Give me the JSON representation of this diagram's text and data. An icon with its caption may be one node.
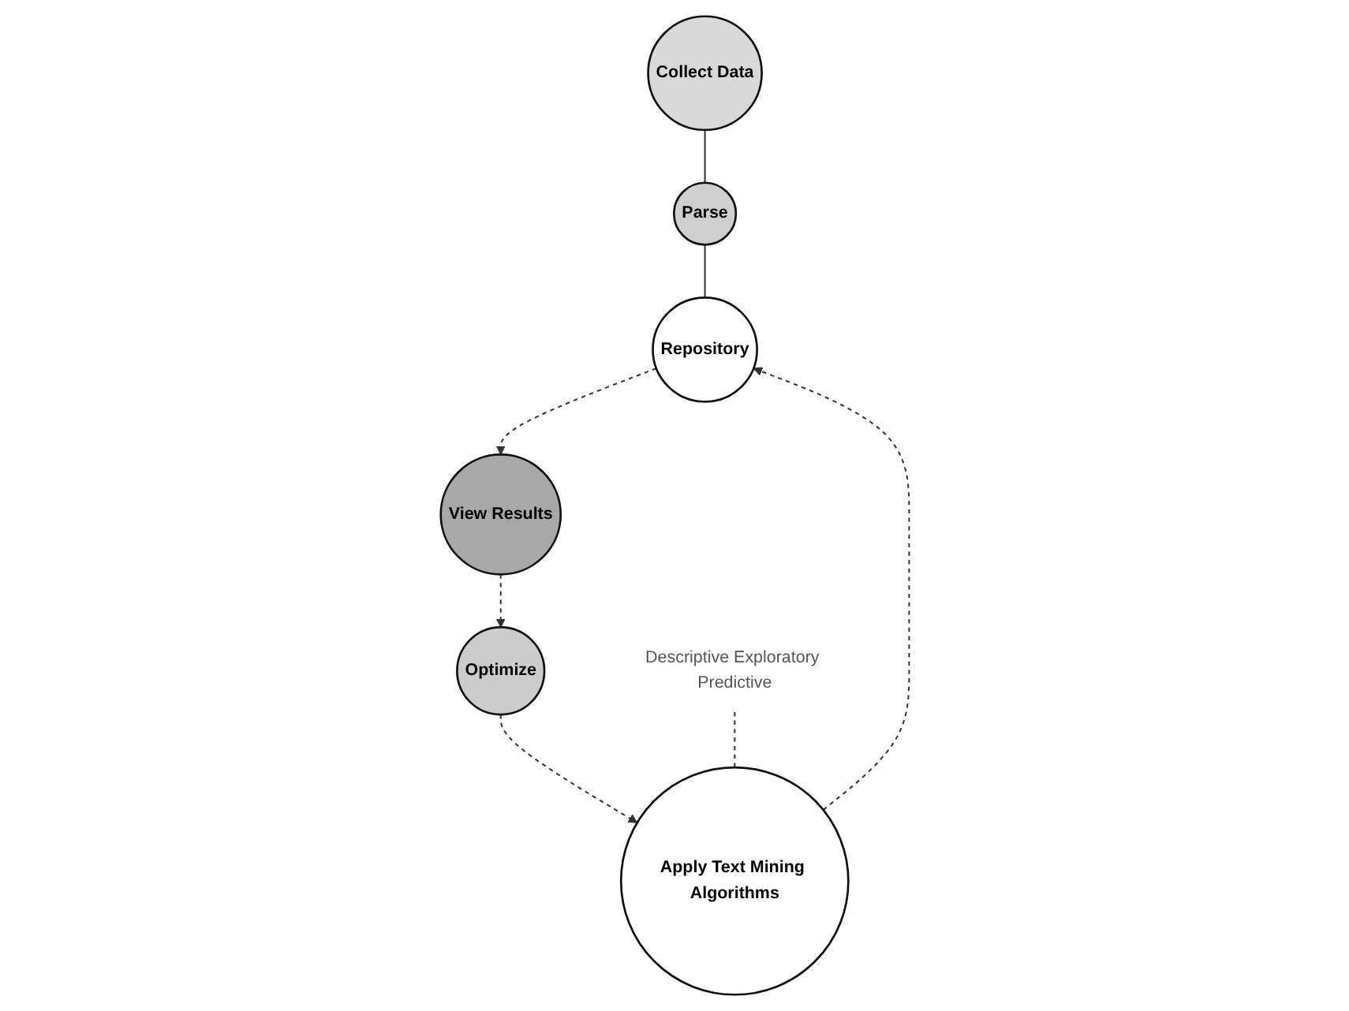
{
  "diagram": {
    "nodes": [
      {
        "text": [
          "Collect Data"
        ]
      },
      {
        "text": [
          "Parse"
        ]
      },
      {
        "text": [
          "Repository"
        ]
      },
      {
        "text": [
          "Apply Text Mining Algorithms"
        ]
      },
      {
        "text": [
          "Optimize"
        ]
      },
      {
        "text": [
          "View Results"
        ]
      },
      {
        "text": [
          "Descriptive Exploratory Predictive"
        ]
      }
    ],
    "edges": [
      {
        "from": 0,
        "to": 1,
        "arrow": "none"
      },
      {
        "from": 1,
        "to": 2,
        "arrow": "none"
      },
      {
        "from": 2,
        "to": 5,
        "arrow": "to",
        "style": "dashed"
      },
      {
        "from": 5,
        "to": 4,
        "arrow": "to",
        "style": "dashed"
      },
      {
        "from": 4,
        "to": 3,
        "arrow": "to",
        "style": "dashed"
      },
      {
        "from": 3,
        "to": 2,
        "arrow": "to",
        "style": "dashed"
      },
      {
        "from": 6,
        "to": 3,
        "arrow": "none",
        "style": "dashed"
      }
    ]
  }
}
